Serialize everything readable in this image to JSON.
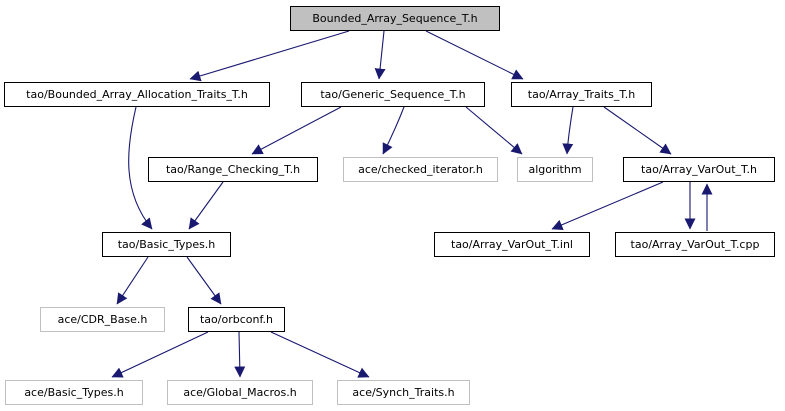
{
  "diagram": {
    "type": "include-dependency-graph",
    "root_label": "Bounded_Array_Sequence_T.h",
    "colors": {
      "edge": "#191970",
      "root_fill": "#c0c0c0",
      "node_fill": "#ffffff",
      "internal_border": "#000000",
      "external_border": "#c0c0c0",
      "background": "#ffffff",
      "text": "#000000"
    },
    "nodes": [
      {
        "id": "bounded_array_sequence",
        "label": "Bounded_Array_Sequence_T.h",
        "kind": "root"
      },
      {
        "id": "bounded_alloc_traits",
        "label": "tao/Bounded_Array_Allocation_Traits_T.h",
        "kind": "internal"
      },
      {
        "id": "generic_sequence",
        "label": "tao/Generic_Sequence_T.h",
        "kind": "internal"
      },
      {
        "id": "array_traits",
        "label": "tao/Array_Traits_T.h",
        "kind": "internal"
      },
      {
        "id": "range_checking",
        "label": "tao/Range_Checking_T.h",
        "kind": "internal"
      },
      {
        "id": "checked_iterator",
        "label": "ace/checked_iterator.h",
        "kind": "external"
      },
      {
        "id": "algorithm",
        "label": "algorithm",
        "kind": "external"
      },
      {
        "id": "array_varout_h",
        "label": "tao/Array_VarOut_T.h",
        "kind": "internal"
      },
      {
        "id": "basic_types",
        "label": "tao/Basic_Types.h",
        "kind": "internal"
      },
      {
        "id": "array_varout_inl",
        "label": "tao/Array_VarOut_T.inl",
        "kind": "internal"
      },
      {
        "id": "array_varout_cpp",
        "label": "tao/Array_VarOut_T.cpp",
        "kind": "internal"
      },
      {
        "id": "cdr_base",
        "label": "ace/CDR_Base.h",
        "kind": "external"
      },
      {
        "id": "orbconf",
        "label": "tao/orbconf.h",
        "kind": "internal"
      },
      {
        "id": "ace_basic_types",
        "label": "ace/Basic_Types.h",
        "kind": "external"
      },
      {
        "id": "global_macros",
        "label": "ace/Global_Macros.h",
        "kind": "external"
      },
      {
        "id": "synch_traits",
        "label": "ace/Synch_Traits.h",
        "kind": "external"
      }
    ],
    "edges": [
      {
        "from": "bounded_array_sequence",
        "to": "bounded_alloc_traits"
      },
      {
        "from": "bounded_array_sequence",
        "to": "generic_sequence"
      },
      {
        "from": "bounded_array_sequence",
        "to": "array_traits"
      },
      {
        "from": "bounded_alloc_traits",
        "to": "basic_types"
      },
      {
        "from": "generic_sequence",
        "to": "range_checking"
      },
      {
        "from": "generic_sequence",
        "to": "checked_iterator"
      },
      {
        "from": "generic_sequence",
        "to": "algorithm"
      },
      {
        "from": "array_traits",
        "to": "algorithm"
      },
      {
        "from": "array_traits",
        "to": "array_varout_h"
      },
      {
        "from": "range_checking",
        "to": "basic_types"
      },
      {
        "from": "array_varout_h",
        "to": "array_varout_inl"
      },
      {
        "from": "array_varout_h",
        "to": "array_varout_cpp"
      },
      {
        "from": "array_varout_cpp",
        "to": "array_varout_h"
      },
      {
        "from": "basic_types",
        "to": "cdr_base"
      },
      {
        "from": "basic_types",
        "to": "orbconf"
      },
      {
        "from": "orbconf",
        "to": "ace_basic_types"
      },
      {
        "from": "orbconf",
        "to": "global_macros"
      },
      {
        "from": "orbconf",
        "to": "synch_traits"
      }
    ]
  }
}
